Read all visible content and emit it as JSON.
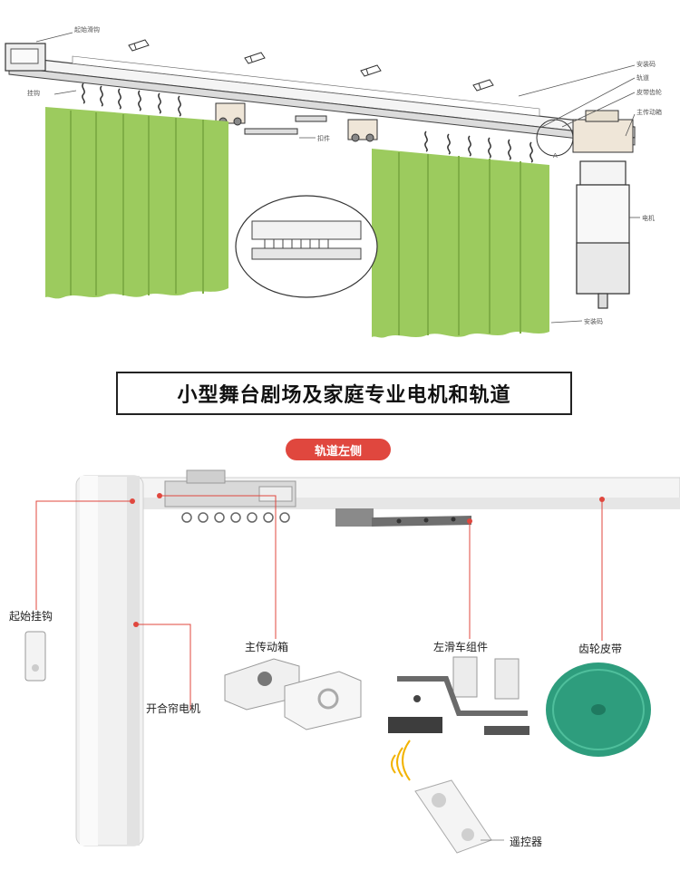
{
  "title": "小型舞台剧场及家庭专业电机和轨道",
  "badge": "轨道左侧",
  "top_labels": {
    "start_hook": "起始滑钩",
    "mount_bracket": "安装码",
    "track": "轨道",
    "belt_gear": "皮带齿轮",
    "drive_box": "主传动箱",
    "motor": "电机",
    "clamp": "挂钩",
    "buckle": "扣件",
    "marker_a": "A"
  },
  "bottom_labels": {
    "start_hook": "起始挂钩",
    "main_drive": "主传动箱",
    "motor": "开合帘电机",
    "slider": "左滑车组件",
    "belt": "齿轮皮带",
    "remote": "遥控器"
  },
  "colors": {
    "curtain": "#9ccb5e",
    "accent_red": "#e0473e",
    "belt_green": "#2e9d7d"
  }
}
